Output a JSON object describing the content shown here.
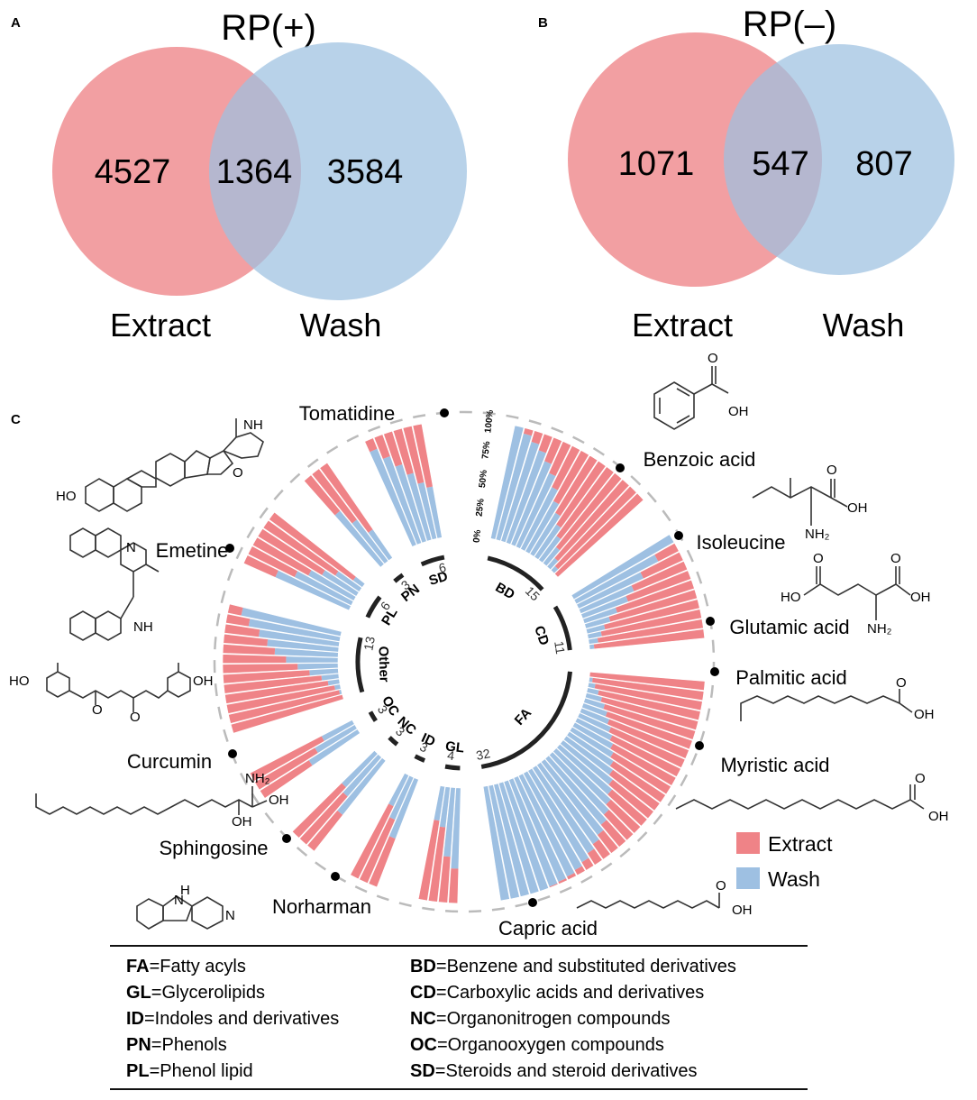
{
  "panels": {
    "a": {
      "letter": "A",
      "title": "RP(+)"
    },
    "b": {
      "letter": "B",
      "title": "RP(–)"
    },
    "c": {
      "letter": "C"
    }
  },
  "chart_data": [
    {
      "type": "venn",
      "title": "RP(+)",
      "sets": [
        "Extract",
        "Wash"
      ],
      "values": {
        "Extract_only": 4527,
        "overlap": 1364,
        "Wash_only": 3584
      },
      "colors": {
        "Extract": "#f08e92",
        "Wash": "#9dc0e0"
      }
    },
    {
      "type": "venn",
      "title": "RP(–)",
      "sets": [
        "Extract",
        "Wash"
      ],
      "values": {
        "Extract_only": 1071,
        "overlap": 547,
        "Wash_only": 807
      },
      "colors": {
        "Extract": "#f08e92",
        "Wash": "#9dc0e0"
      }
    },
    {
      "type": "circular-stacked-bar",
      "series": [
        {
          "name": "Extract",
          "color": "#ef8387"
        },
        {
          "name": "Wash",
          "color": "#9ec0e2"
        }
      ],
      "radial_ticks": [
        "0%",
        "25%",
        "50%",
        "75%",
        "100%"
      ],
      "classes": [
        {
          "abbr": "BD",
          "count": 15,
          "wash_fraction": [
            1.0,
            0.95,
            0.9,
            0.85,
            0.78,
            0.7,
            0.6,
            0.5,
            0.42,
            0.34,
            0.26,
            0.18,
            0.1,
            0.05,
            0.0
          ]
        },
        {
          "abbr": "CD",
          "count": 11,
          "wash_fraction": [
            1.0,
            0.8,
            0.62,
            0.5,
            0.42,
            0.3,
            0.22,
            0.16,
            0.12,
            0.08,
            0.04
          ]
        },
        {
          "abbr": "FA",
          "count": 32,
          "wash_fraction": [
            0.0,
            0.03,
            0.06,
            0.1,
            0.14,
            0.18,
            0.22,
            0.26,
            0.3,
            0.34,
            0.38,
            0.42,
            0.46,
            0.5,
            0.55,
            0.6,
            0.65,
            0.7,
            0.75,
            0.8,
            0.84,
            0.88,
            0.92,
            0.95,
            0.97,
            0.98,
            0.99,
            1.0,
            1.0,
            1.0,
            1.0,
            1.0
          ]
        },
        {
          "abbr": "GL",
          "count": 4,
          "wash_fraction": [
            0.7,
            0.6,
            0.35,
            0.3
          ]
        },
        {
          "abbr": "ID",
          "count": 3,
          "wash_fraction": [
            0.55,
            0.4,
            0.3
          ]
        },
        {
          "abbr": "NC",
          "count": 3,
          "wash_fraction": [
            0.6,
            0.45,
            0.4
          ]
        },
        {
          "abbr": "OC",
          "count": 3,
          "wash_fraction": [
            0.5,
            0.4,
            0.3
          ]
        },
        {
          "abbr": "Other",
          "count": 13,
          "wash_fraction": [
            0.0,
            0.02,
            0.05,
            0.1,
            0.15,
            0.25,
            0.35,
            0.45,
            0.55,
            0.62,
            0.7,
            0.8,
            0.88
          ]
        },
        {
          "abbr": "PL",
          "count": 6,
          "wash_fraction": [
            0.7,
            0.55,
            0.45,
            0.35,
            0.25,
            0.1
          ]
        },
        {
          "abbr": "PN",
          "count": 3,
          "wash_fraction": [
            0.6,
            0.45,
            0.3
          ]
        },
        {
          "abbr": "SD",
          "count": 6,
          "wash_fraction": [
            0.9,
            0.8,
            0.7,
            0.6,
            0.5,
            0.45
          ]
        }
      ],
      "annotated_compounds": [
        "Tomatidine",
        "Benzoic acid",
        "Isoleucine",
        "Glutamic acid",
        "Palmitic acid",
        "Myristic acid",
        "Capric acid",
        "Norharman",
        "Sphingosine",
        "Curcumin",
        "Emetine"
      ],
      "definitions": [
        {
          "abbr": "FA",
          "text": "=Fatty acyls"
        },
        {
          "abbr": "GL",
          "text": "=Glycerolipids"
        },
        {
          "abbr": "ID",
          "text": "=Indoles and derivatives"
        },
        {
          "abbr": "PN",
          "text": "=Phenols"
        },
        {
          "abbr": "PL",
          "text": "=Phenol lipid"
        },
        {
          "abbr": "BD",
          "text": "=Benzene and substituted derivatives"
        },
        {
          "abbr": "CD",
          "text": "=Carboxylic acids and derivatives"
        },
        {
          "abbr": "NC",
          "text": "=Organonitrogen compounds"
        },
        {
          "abbr": "OC",
          "text": "=Organooxygen compounds"
        },
        {
          "abbr": "SD",
          "text": "=Steroids and steroid derivatives"
        }
      ]
    }
  ],
  "chem": {
    "oh": "OH",
    "ho": "HO",
    "o": "O",
    "n": "N",
    "nh": "NH",
    "h": "H",
    "nh2": "NH₂"
  }
}
